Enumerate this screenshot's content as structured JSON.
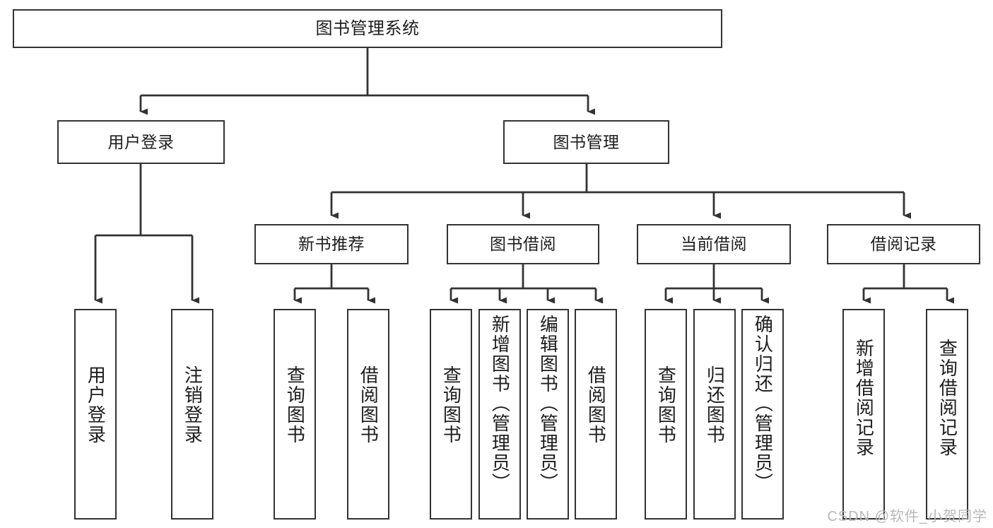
{
  "diagram": {
    "title": "图书管理系统",
    "type": "hierarchy-tree",
    "watermark": "CSDN @软件_小贺同学",
    "line_color": "#333333",
    "box_fill": "#ffffff",
    "text_color": "#1d1d1d"
  },
  "nodes": {
    "root": {
      "label": "图书管理系统"
    },
    "level2": [
      {
        "label": "用户登录"
      },
      {
        "label": "图书管理"
      }
    ],
    "level3": [
      {
        "label": "新书推荐"
      },
      {
        "label": "图书借阅"
      },
      {
        "label": "当前借阅"
      },
      {
        "label": "借阅记录"
      }
    ],
    "leaves": {
      "user_login": [
        {
          "label": "用户登录"
        },
        {
          "label": "注销登录"
        }
      ],
      "new_book": [
        {
          "label": "查询图书"
        },
        {
          "label": "借阅图书"
        }
      ],
      "book_borrow": [
        {
          "label": "查询图书"
        },
        {
          "label": "新增图书（管理员）"
        },
        {
          "label": "编辑图书（管理员）"
        },
        {
          "label": "借阅图书"
        }
      ],
      "current_borrow": [
        {
          "label": "查询图书"
        },
        {
          "label": "归还图书"
        },
        {
          "label": "确认归还（管理员）"
        }
      ],
      "borrow_record": [
        {
          "label": "新增借阅记录"
        },
        {
          "label": "查询借阅记录"
        }
      ]
    }
  }
}
